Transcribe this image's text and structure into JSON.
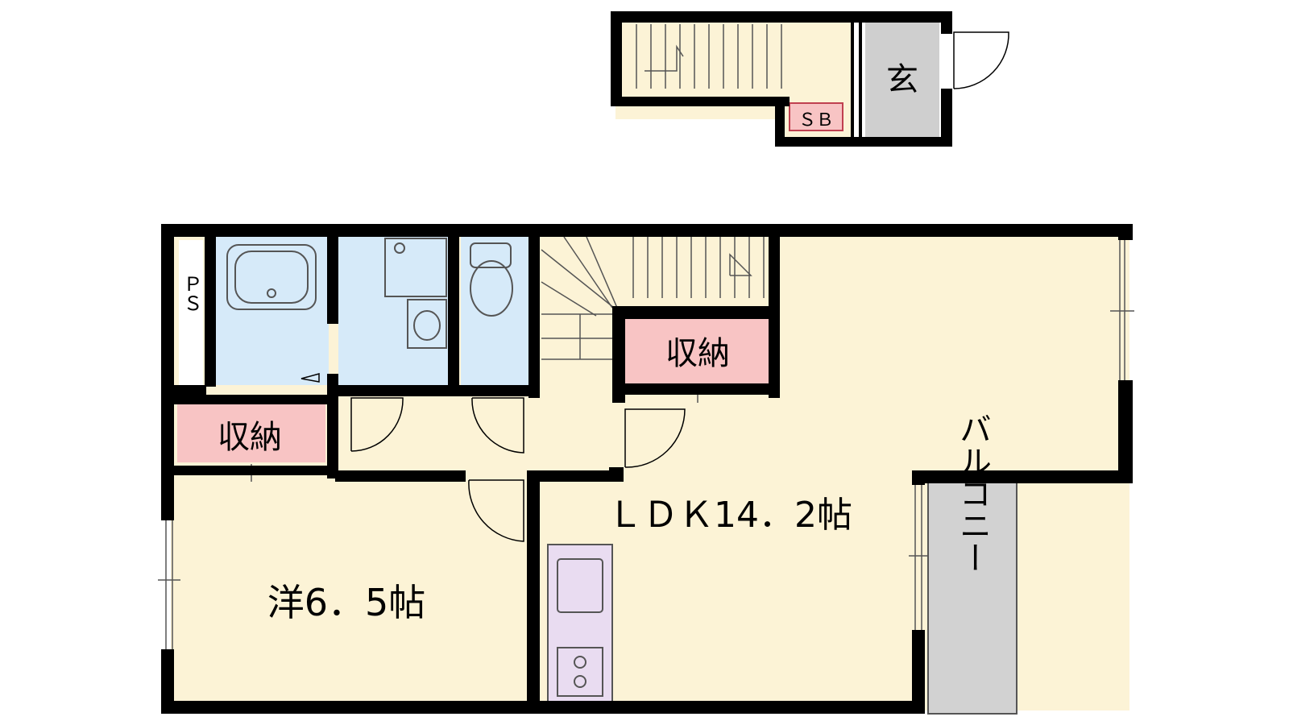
{
  "rooms": {
    "entrance": "玄",
    "shoe_box": "ＳＢ",
    "pipe_space": "ＰＳ",
    "storage_upper": "収納",
    "storage_left": "収納",
    "ldk": "ＬＤＫ14．2帖",
    "western_room": "洋6．5帖",
    "balcony": "バルコニー"
  },
  "colors": {
    "floor": "#fcf3d6",
    "wet_area": "#d6eaf9",
    "storage": "#f8c4c4",
    "entrance": "#cfcfcf",
    "balcony": "#d2d2d2",
    "kitchen": "#e9dcf1",
    "wall": "#000000"
  }
}
